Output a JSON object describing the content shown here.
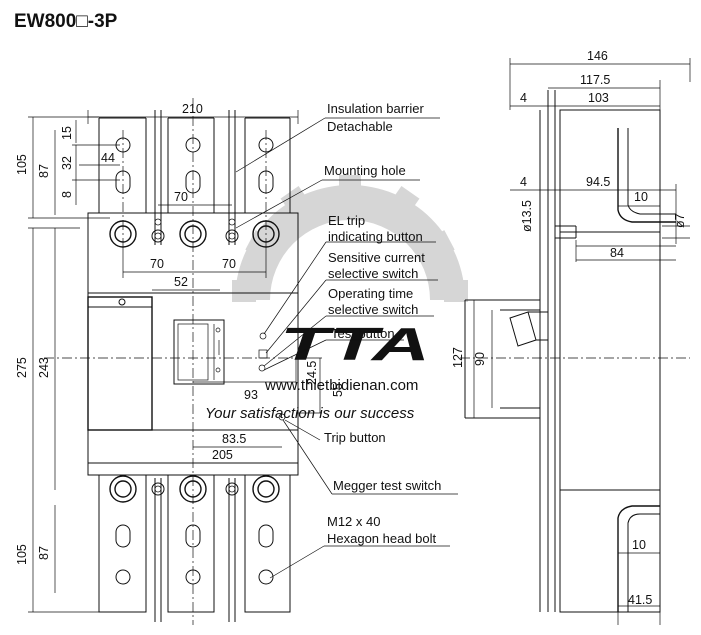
{
  "title": "EW800□-3P",
  "labels": {
    "insulation_barrier": "Insulation barrier",
    "detachable": "Detachable",
    "mounting_hole": "Mounting hole",
    "el_trip_1": "EL trip",
    "el_trip_2": "indicating button",
    "sensitive_1": "Sensitive current",
    "sensitive_2": "selective switch",
    "operating_1": "Operating time",
    "operating_2": "selective switch",
    "test_button": "Test button",
    "trip_button": "Trip button",
    "megger": "Megger test switch",
    "bolt_1": "M12 x 40",
    "bolt_2": "Hexagon head bolt"
  },
  "dims": {
    "d210": "210",
    "d105_top": "105",
    "d87_top": "87",
    "d15": "15",
    "d32": "32",
    "d44": "44",
    "d8": "8",
    "d70_top": "70",
    "d70_left": "70",
    "d70_right": "70",
    "d52": "52",
    "d275": "275",
    "d243": "243",
    "d93": "93",
    "d24_5": "24.5",
    "d55": "55",
    "d83_5": "83.5",
    "d205": "205",
    "d105_bot": "105",
    "d87_bot": "87",
    "d146": "146",
    "d117_5": "117.5",
    "d4_top": "4",
    "d103": "103",
    "d4_mid": "4",
    "d94_5": "94.5",
    "d10_top": "10",
    "d13_5": "ø13.5",
    "d7": "ø7",
    "d84": "84",
    "d127": "127",
    "d90": "90",
    "d10_bot": "10",
    "d41_5": "41.5"
  },
  "watermark": {
    "brand": "TTA",
    "site": "www.thietbidienan.com",
    "slogan": "Your satisfaction is our success"
  }
}
